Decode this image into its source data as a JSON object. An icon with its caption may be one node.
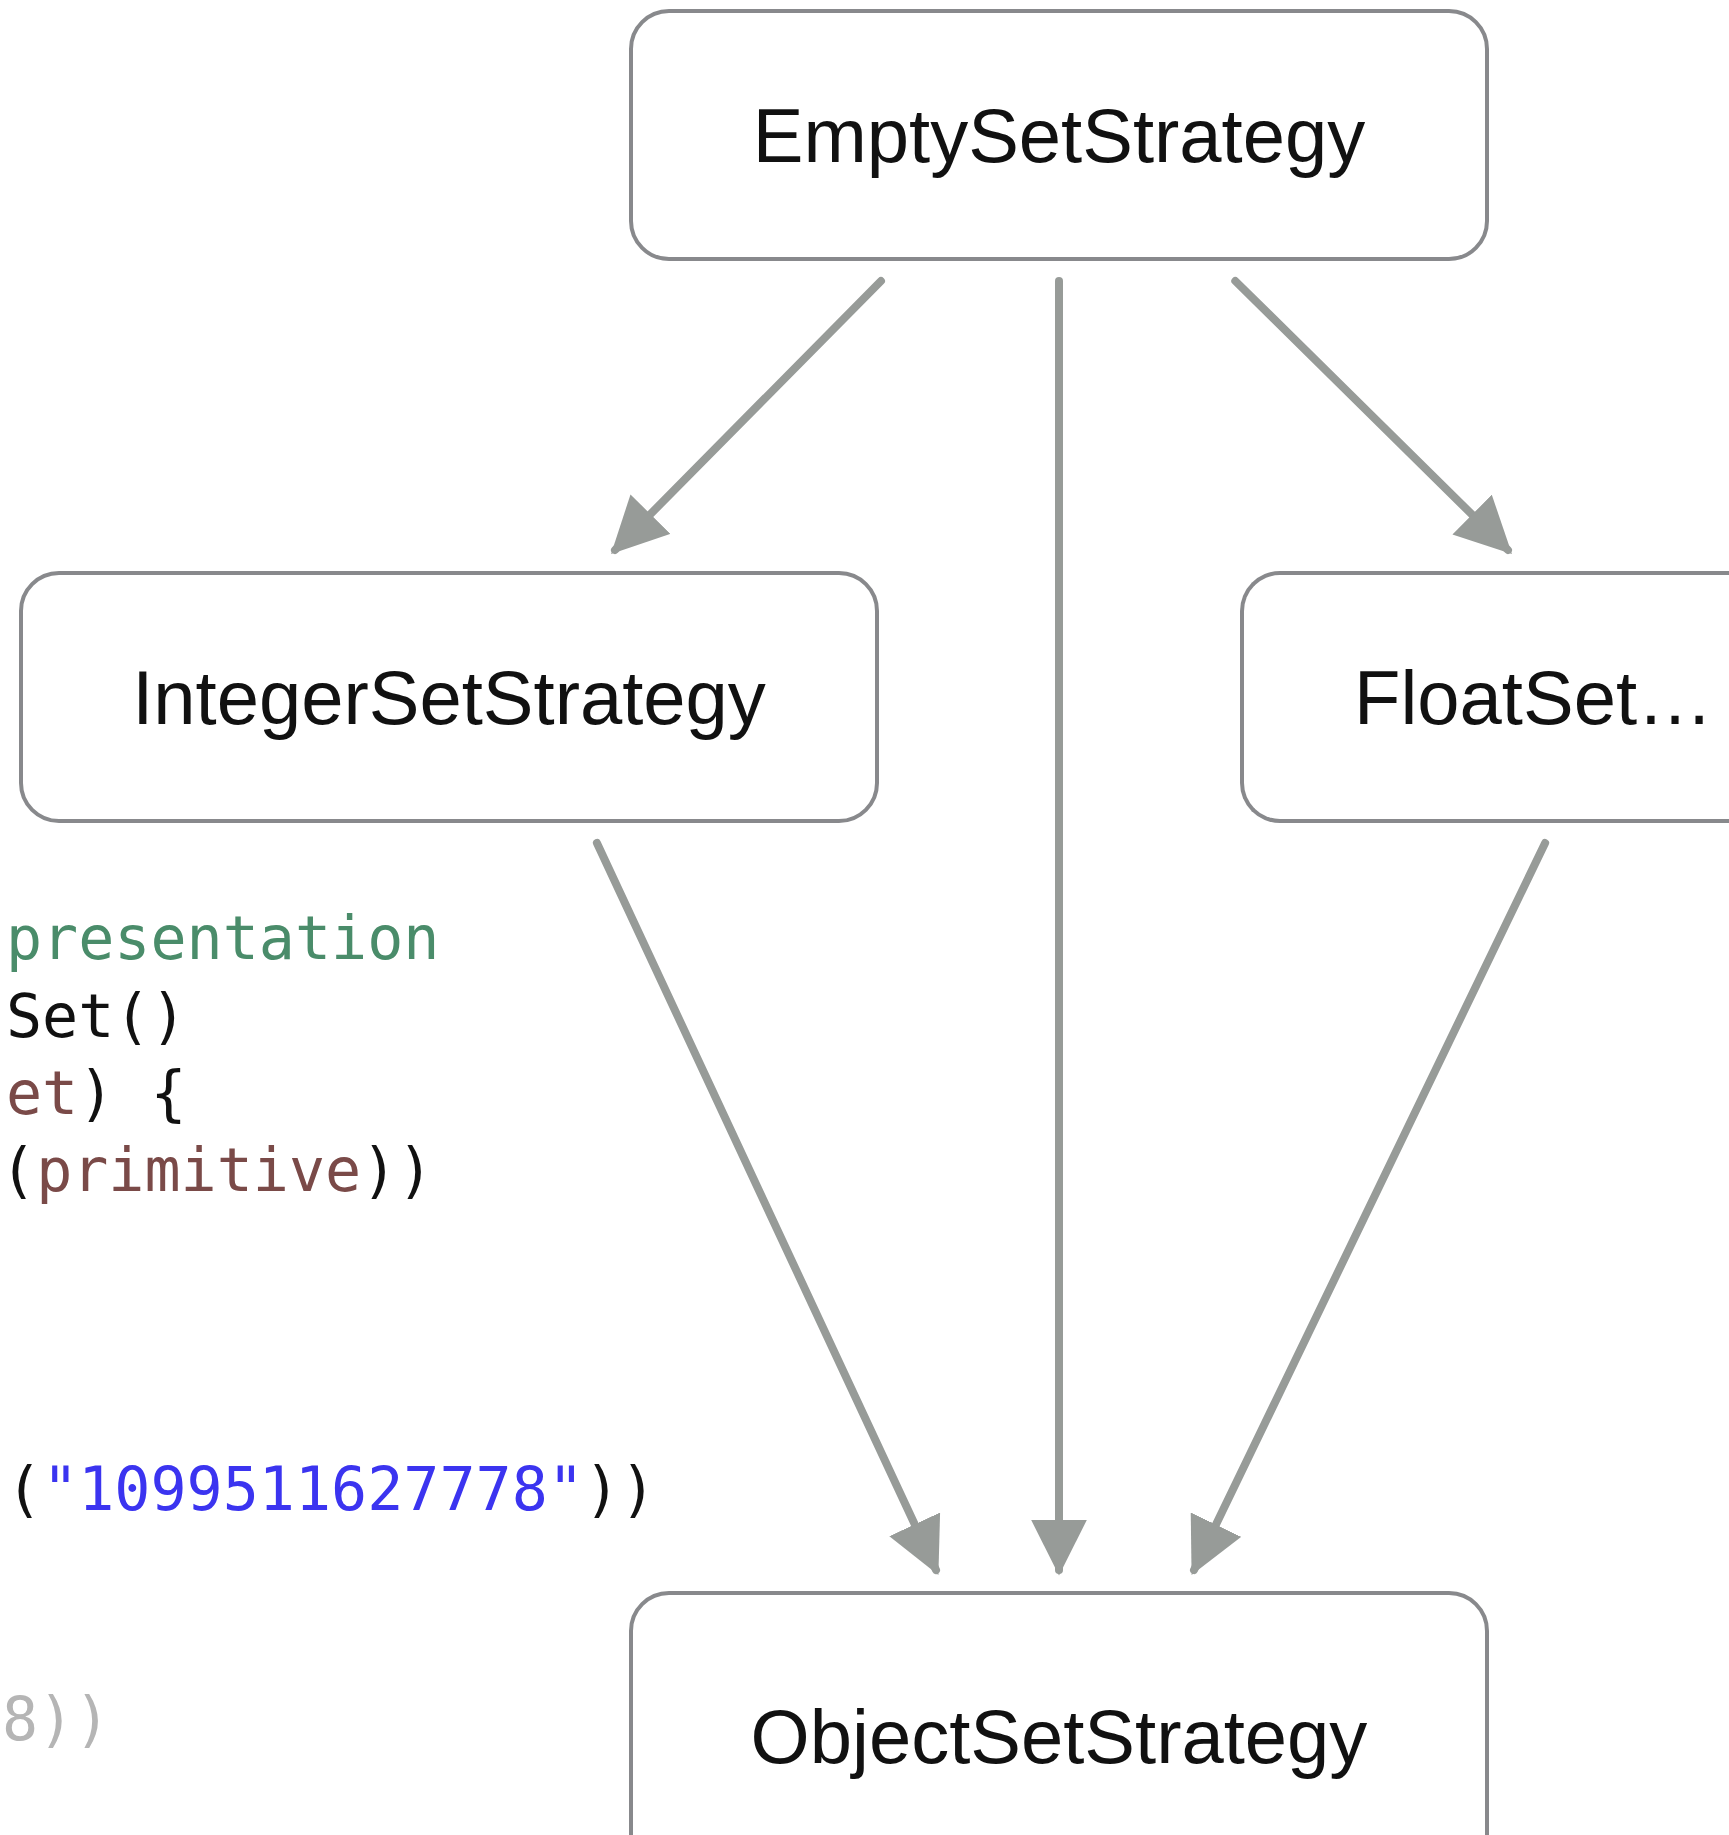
{
  "diagram": {
    "nodes": [
      {
        "text": [
          "EmptySetStrategy"
        ]
      },
      {
        "text": [
          "IntegerSetStrategy"
        ]
      },
      {
        "text": [
          "FloatSet…"
        ]
      },
      {
        "text": [
          "ObjectSetStrategy"
        ]
      }
    ],
    "edges": [
      {
        "from": 0,
        "to": 1,
        "arrow": "to"
      },
      {
        "from": 0,
        "to": 3,
        "arrow": "to"
      },
      {
        "from": 0,
        "to": 2,
        "arrow": "to"
      },
      {
        "from": 1,
        "to": 3,
        "arrow": "to"
      },
      {
        "from": 2,
        "to": 3,
        "arrow": "to"
      }
    ],
    "labels": [
      "presentation",
      "Set()",
      "et) {",
      "(primitive))",
      "(\"1099511627778\"))",
      "8))"
    ]
  }
}
